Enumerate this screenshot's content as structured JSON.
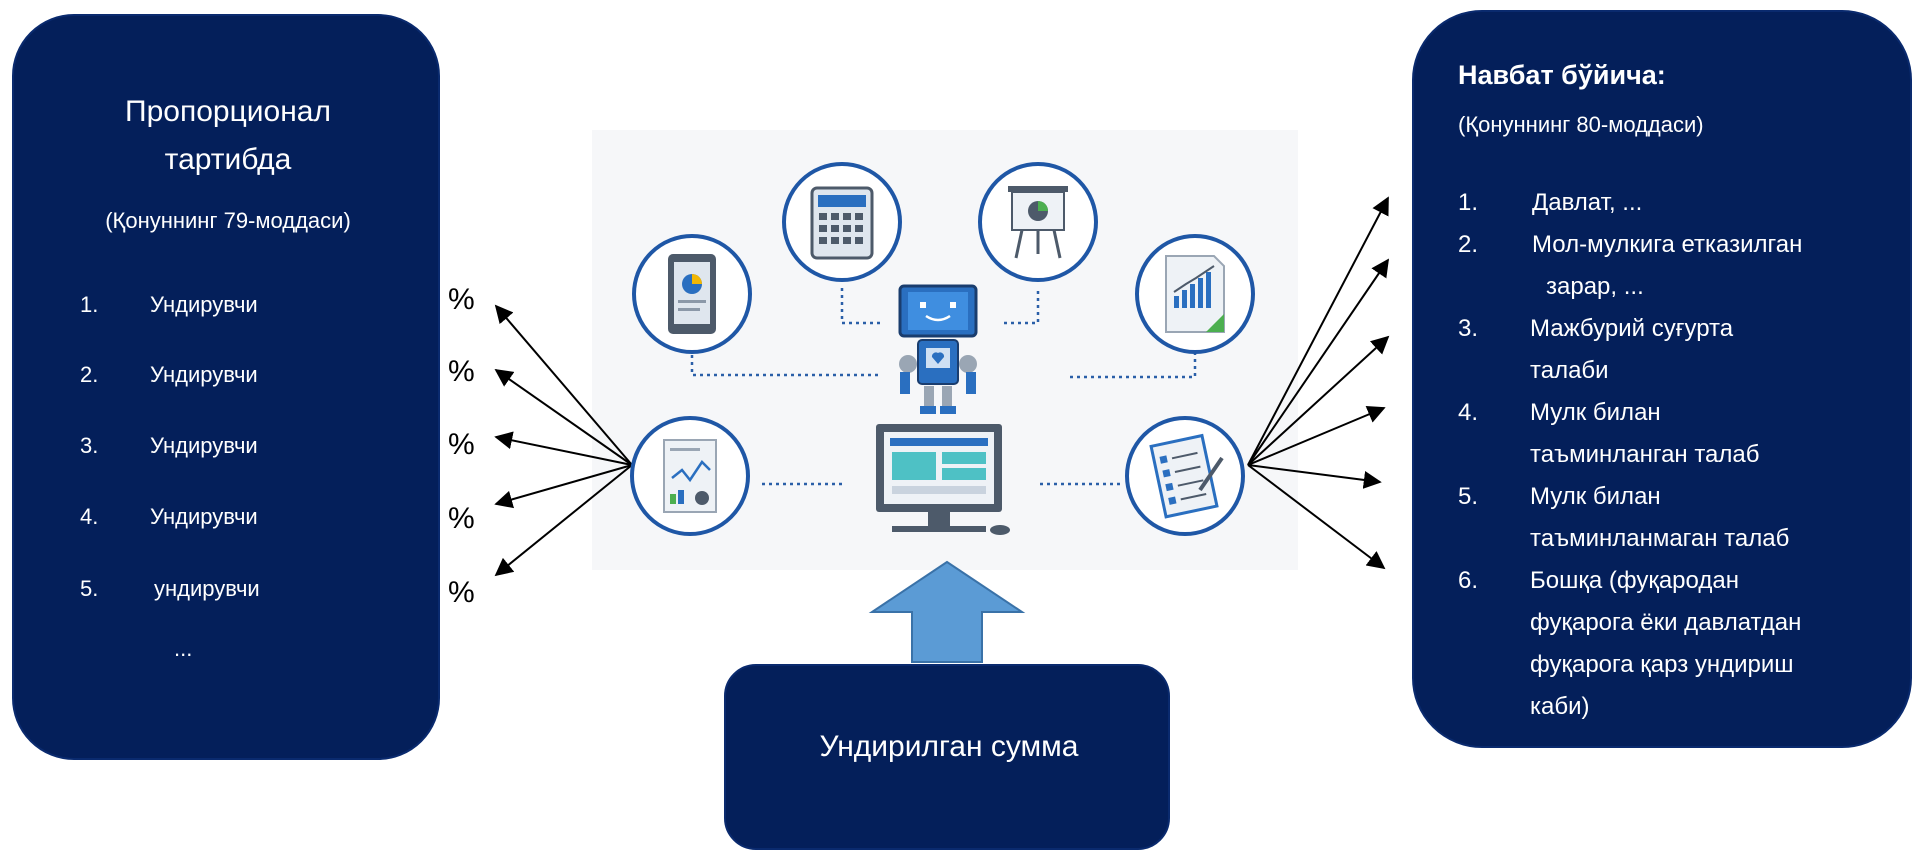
{
  "left_panel": {
    "title_line1": "Пропорционал",
    "title_line2": "тартибда",
    "subtitle": "(Қонуннинг 79-моддаси)",
    "items": [
      {
        "num": "1.",
        "label": "Ундирувчи"
      },
      {
        "num": "2.",
        "label": "Ундирувчи"
      },
      {
        "num": "3.",
        "label": "Ундирувчи"
      },
      {
        "num": "4.",
        "label": "Ундирувчи"
      },
      {
        "num": "5.",
        "label": "ундирувчи"
      }
    ],
    "ellipsis": "..."
  },
  "percent_labels": [
    "%",
    "%",
    "%",
    "%",
    "%"
  ],
  "right_panel": {
    "title": "Навбат бўйича:",
    "subtitle": "(Қонуннинг 80-моддаси)",
    "items": [
      {
        "num": "1.",
        "lines": [
          "Давлат, ..."
        ]
      },
      {
        "num": "2.",
        "lines": [
          "Мол-мулкига етказилган",
          "зарар, ..."
        ]
      },
      {
        "num": "3.",
        "lines": [
          "Мажбурий суғурта",
          "талаби"
        ]
      },
      {
        "num": "4.",
        "lines": [
          "Мулк билан",
          "таъминланган талаб"
        ]
      },
      {
        "num": "5.",
        "lines": [
          "Мулк билан",
          "таъминланмаган талаб"
        ]
      },
      {
        "num": "6.",
        "lines": [
          "Бошқа (фуқародан",
          "фуқарога ёки давлатдан",
          "фуқарога қарз ундириш",
          "каби)"
        ]
      }
    ]
  },
  "bottom_box": {
    "label": "Ундирилган сумма"
  },
  "icons": {
    "left_node": "report-chart-icon",
    "right_node": "checklist-icon",
    "tablet": "tablet-pie-chart-icon",
    "calculator": "calculator-icon",
    "presentation": "presentation-board-icon",
    "document": "document-bar-chart-icon",
    "robot": "robot-icon",
    "monitor": "computer-monitor-icon",
    "arrow": "up-arrow-icon"
  },
  "colors": {
    "panel": "#041f5a",
    "circle_stroke": "#1f57a6",
    "arrow_fill": "#5b9bd5"
  }
}
